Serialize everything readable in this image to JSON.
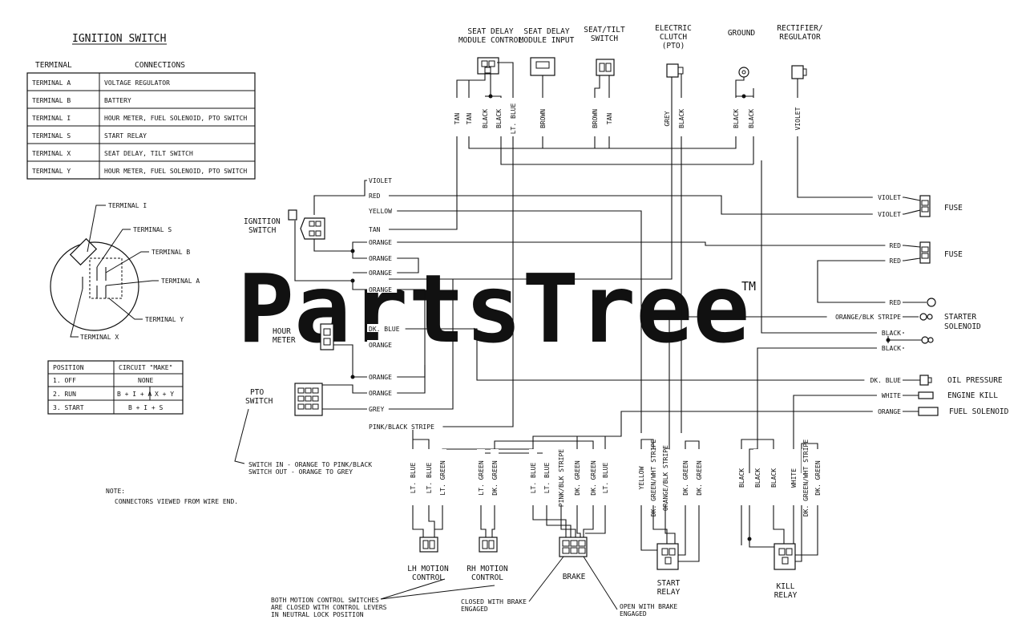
{
  "ignition_table": {
    "title": "IGNITION SWITCH",
    "col_terminal": "TERMINAL",
    "col_connections": "CONNECTIONS",
    "rows": [
      {
        "terminal": "TERMINAL  A",
        "connection": "VOLTAGE REGULATOR"
      },
      {
        "terminal": "TERMINAL  B",
        "connection": "BATTERY"
      },
      {
        "terminal": "TERMINAL  I",
        "connection": "HOUR METER, FUEL SOLENOID, PTO SWITCH"
      },
      {
        "terminal": "TERMINAL  S",
        "connection": "START RELAY"
      },
      {
        "terminal": "TERMINAL  X",
        "connection": "SEAT DELAY, TILT SWITCH"
      },
      {
        "terminal": "TERMINAL  Y",
        "connection": "HOUR METER, FUEL SOLENOID, PTO SWITCH"
      }
    ]
  },
  "terminal_callouts": [
    "TERMINAL I",
    "TERMINAL S",
    "TERMINAL B",
    "TERMINAL A",
    "TERMINAL Y",
    "TERMINAL X"
  ],
  "position_table": {
    "col_position": "POSITION",
    "col_circuit": "CIRCUIT \"MAKE\"",
    "rows": [
      {
        "position": "1. OFF",
        "circuit": "NONE"
      },
      {
        "position": "2. RUN",
        "circuit_a": "B + I + A",
        "circuit_b": "X + Y"
      },
      {
        "position": "3. START",
        "circuit": "B + I + S"
      }
    ]
  },
  "top_components": {
    "seat_delay_control": "SEAT DELAY\nMODULE CONTROL",
    "seat_delay_input": "SEAT DELAY\nMODULE INPUT",
    "seat_tilt": "SEAT/TILT\nSWITCH",
    "clutch": "ELECTRIC\nCLUTCH\n(PTO)",
    "ground": "GROUND",
    "rectifier": "RECTIFIER/\nREGULATOR"
  },
  "top_wires": [
    "TAN",
    "TAN",
    "BLACK",
    "BLACK",
    "LT. BLUE",
    "BROWN",
    "BROWN",
    "TAN",
    "GREY",
    "BLACK",
    "BLACK",
    "BLACK",
    "VIOLET"
  ],
  "left_components": {
    "ignition_switch": "IGNITION\nSWITCH",
    "hour_meter": "HOUR\nMETER",
    "pto_switch": "PTO\nSWITCH"
  },
  "left_wires": [
    "VIOLET",
    "RED",
    "YELLOW",
    "TAN",
    "ORANGE",
    "ORANGE",
    "ORANGE",
    "ORANGE",
    "DK. BLUE",
    "ORANGE",
    "ORANGE",
    "ORANGE",
    "GREY",
    "PINK/BLACK STRIPE"
  ],
  "right_wires": [
    "VIOLET",
    "VIOLET",
    "RED",
    "RED",
    "RED",
    "ORANGE/BLK STRIPE",
    "BLACK",
    "BLACK",
    "DK. BLUE",
    "WHITE",
    "ORANGE"
  ],
  "right_components": {
    "fuse1": "FUSE",
    "fuse2": "FUSE",
    "starter": "STARTER\nSOLENOID",
    "oil": "OIL PRESSURE",
    "engine_kill": "ENGINE KILL",
    "fuel": "FUEL SOLENOID"
  },
  "bottom_wires": [
    "LT. BLUE",
    "LT. BLUE",
    "LT. GREEN",
    "LT. GREEN",
    "DK. GREEN",
    "LT. BLUE",
    "LT. BLUE",
    "PINK/BLK STRIPE",
    "DK. GREEN",
    "DK. GREEN",
    "LT. BLUE",
    "YELLOW",
    "DK. GREEN/WHT STRIPE",
    "ORANGE/BLK STRIPE",
    "DK. GREEN",
    "DK. GREEN",
    "BLACK",
    "BLACK",
    "BLACK",
    "WHITE",
    "DK. GREEN/WHT STRIPE",
    "DK. GREEN"
  ],
  "bottom_components": {
    "lh_motion": "LH MOTION\nCONTROL",
    "rh_motion": "RH MOTION\nCONTROL",
    "brake": "BRAKE",
    "start_relay": "START\nRELAY",
    "kill_relay": "KILL\nRELAY"
  },
  "notes": {
    "pto_note": "SWITCH IN - ORANGE TO PINK/BLACK\nSWITCH OUT - ORANGE TO GREY",
    "note_title": "NOTE:",
    "note_body": "CONNECTORS VIEWED FROM WIRE END.",
    "motion_note": "BOTH MOTION CONTROL SWITCHES\nARE CLOSED WITH CONTROL LEVERS\nIN NEUTRAL LOCK POSITION",
    "brake_closed": "CLOSED WITH BRAKE\nENGAGED",
    "brake_open": "OPEN WITH BRAKE\nENGAGED"
  },
  "watermark": {
    "text": "PartsTree",
    "tm": "TM"
  }
}
